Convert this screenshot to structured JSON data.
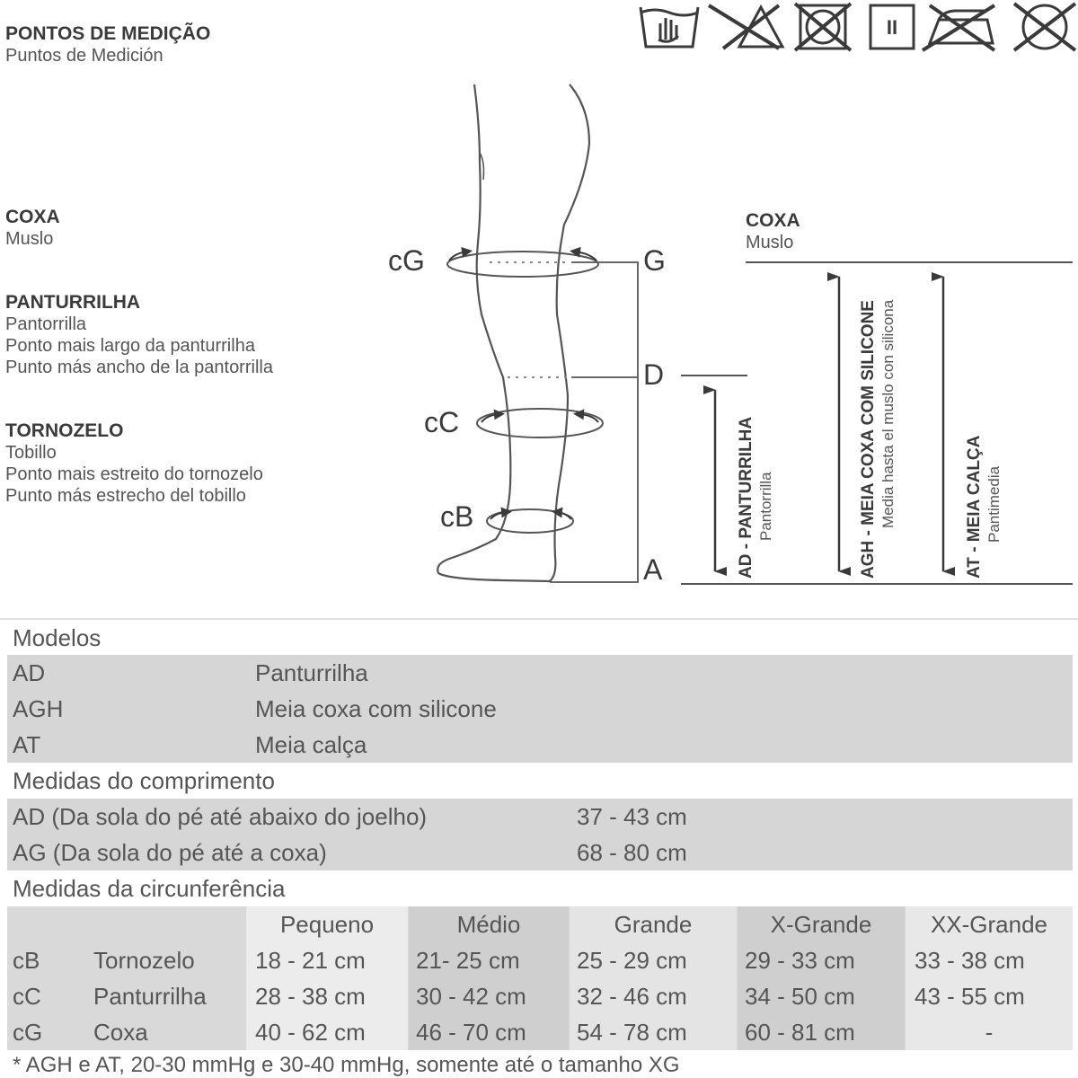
{
  "header": {
    "title": "PONTOS DE MEDIÇÃO",
    "subtitle": "Puntos de Medición"
  },
  "care_icons": [
    "hand-wash-icon",
    "no-bleach-icon",
    "no-tumble-dry-icon",
    "dry-in-shade-icon",
    "no-iron-icon",
    "no-dry-clean-icon"
  ],
  "care_text": {
    "dry_mark": "II"
  },
  "left_labels": {
    "coxa": {
      "title": "COXA",
      "sub": "Muslo"
    },
    "panturrilha": {
      "title": "PANTURRILHA",
      "sub": "Pantorrilla",
      "line1": "Ponto mais largo da panturrilha",
      "line2": "Punto más ancho de la pantorrilla"
    },
    "tornozelo": {
      "title": "TORNOZELO",
      "sub": "Tobillo",
      "line1": "Ponto mais estreito do tornozelo",
      "line2": "Punto más estrecho del tobillo"
    }
  },
  "diagram": {
    "cG": "cG",
    "cC": "cC",
    "cB": "cB",
    "G": "G",
    "D": "D",
    "A": "A",
    "right_coxa": {
      "title": "COXA",
      "sub": "Muslo"
    },
    "arrows": [
      {
        "title": "AD - PANTURRILHA",
        "sub": "Pantorrilla"
      },
      {
        "title": "AGH - MEIA COXA COM SILICONE",
        "sub": "Media hasta el muslo con silicona"
      },
      {
        "title": "AT - MEIA CALÇA",
        "sub": "Pantimedia"
      }
    ]
  },
  "modelos": {
    "heading": "Modelos",
    "rows": [
      {
        "code": "AD",
        "name": "Panturrilha"
      },
      {
        "code": "AGH",
        "name": "Meia coxa com silicone"
      },
      {
        "code": "AT",
        "name": "Meia calça"
      }
    ]
  },
  "comprimento": {
    "heading": "Medidas do comprimento",
    "rows": [
      {
        "label": "AD (Da sola do pé até abaixo do joelho)",
        "value": "37 - 43 cm"
      },
      {
        "label": "AG (Da sola do pé até a coxa)",
        "value": "68 - 80 cm"
      }
    ]
  },
  "circunferencia": {
    "heading": "Medidas da circunferência",
    "sizes": [
      "Pequeno",
      "Médio",
      "Grande",
      "X-Grande",
      "XX-Grande"
    ],
    "rows": [
      {
        "code": "cB",
        "name": "Tornozelo",
        "values": [
          "18 - 21 cm",
          "21- 25 cm",
          "25 - 29 cm",
          "29 - 33 cm",
          "33 - 38 cm"
        ]
      },
      {
        "code": "cC",
        "name": "Panturrilha",
        "values": [
          "28 - 38 cm",
          "30 - 42 cm",
          "32 - 46 cm",
          "34 - 50 cm",
          "43 - 55 cm"
        ]
      },
      {
        "code": "cG",
        "name": "Coxa",
        "values": [
          "40 - 62 cm",
          "46 - 70 cm",
          "54 - 78 cm",
          "60 - 81 cm",
          "-"
        ]
      }
    ]
  },
  "footnote": "* AGH e AT, 20-30 mmHg e 30-40 mmHg, somente até o tamanho XG"
}
